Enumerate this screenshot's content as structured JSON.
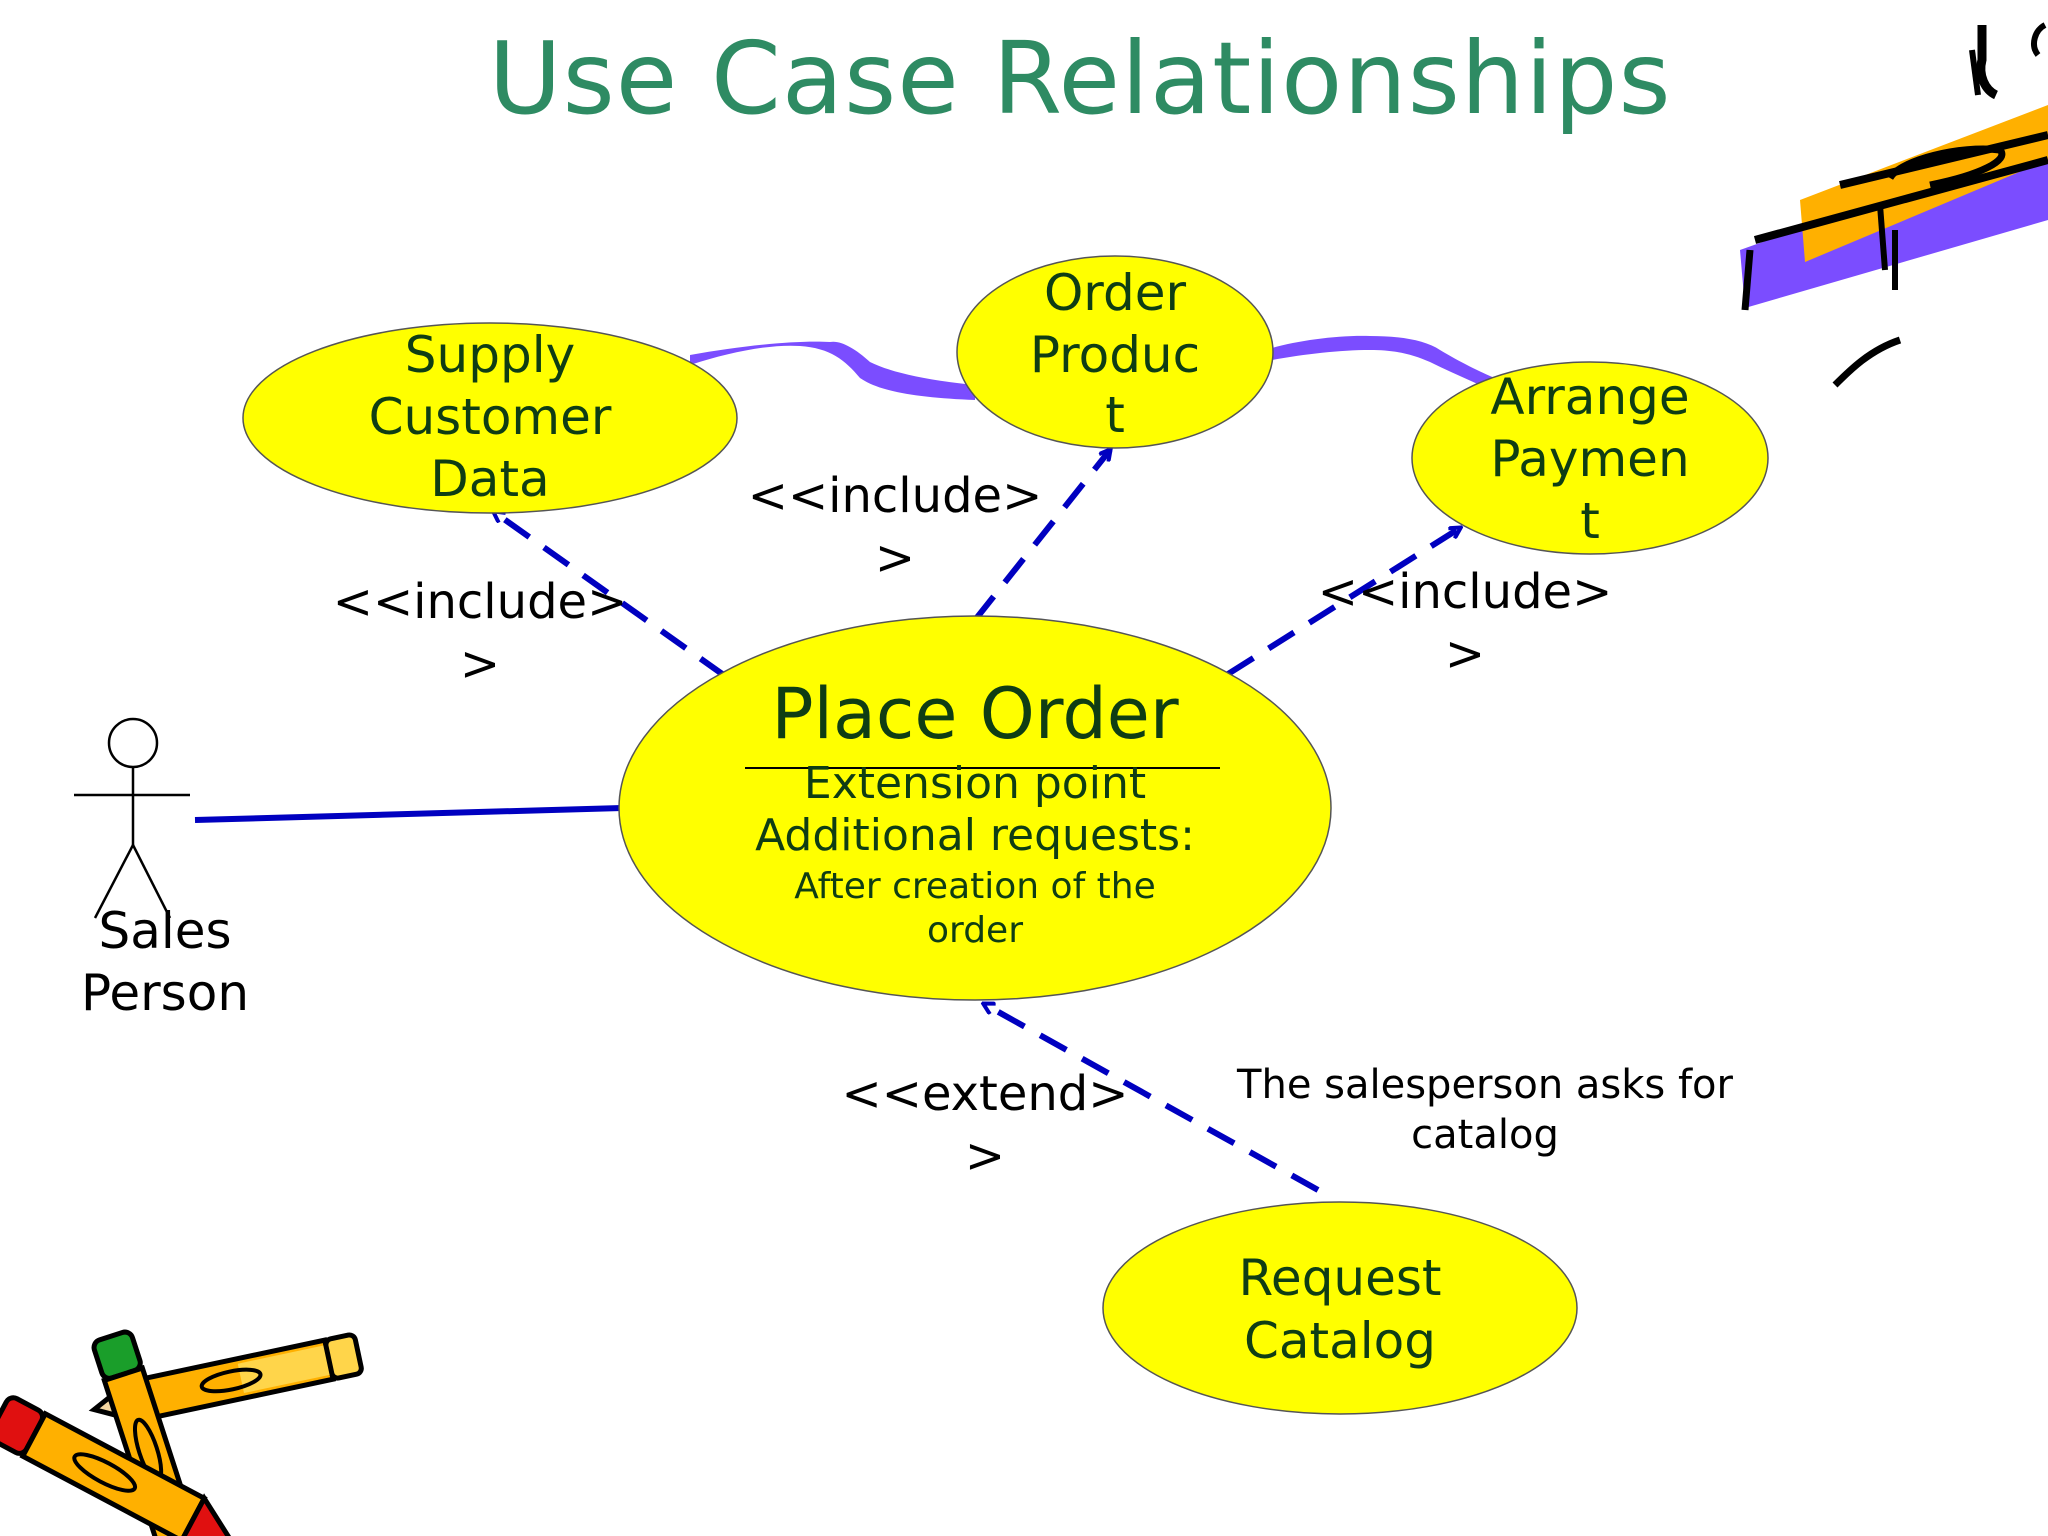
{
  "title": "Use Case Relationships",
  "colors": {
    "title": "#2e8b63",
    "usecase_fill": "#ffff00",
    "usecase_text": "#0f3d14",
    "connector": "#0000c0",
    "purple_swoosh": "#7b4dff",
    "label_text": "#000000"
  },
  "actor": {
    "name_line1": "Sales",
    "name_line2": "Person"
  },
  "use_cases": {
    "supply_customer_data": {
      "line1": "Supply",
      "line2": "Customer",
      "line3": "Data"
    },
    "order_product": {
      "line1": "Order",
      "line2": "Produc",
      "line3": "t"
    },
    "arrange_payment": {
      "line1": "Arrange",
      "line2": "Paymen",
      "line3": "t"
    },
    "place_order": {
      "name": "Place Order",
      "ext_line1": "Extension point",
      "ext_line2": "Additional requests:",
      "ext_line3": "After creation of the",
      "ext_line4": "order"
    },
    "request_catalog": {
      "line1": "Request",
      "line2": "Catalog"
    }
  },
  "relations": {
    "include_left": {
      "line1": "<<include>",
      "line2": ">"
    },
    "include_middle": {
      "line1": "<<include>",
      "line2": ">"
    },
    "include_right": {
      "line1": "<<include>",
      "line2": ">"
    },
    "extend": {
      "line1": "<<extend>",
      "line2": ">"
    }
  },
  "note": {
    "line1": "The salesperson asks for",
    "line2": "catalog"
  },
  "icons": {
    "pencils": "pencils-clipart-icon",
    "writing_hand": "writing-pen-clipart-icon"
  }
}
